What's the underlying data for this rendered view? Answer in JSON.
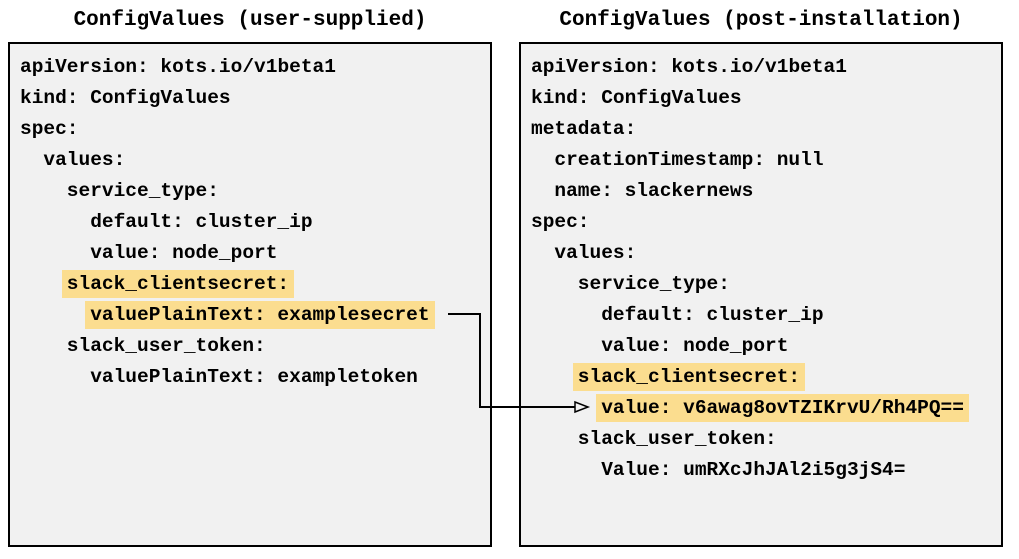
{
  "panels": [
    {
      "id": "user-supplied",
      "title": "ConfigValues (user-supplied)",
      "lines": [
        {
          "text": "apiVersion: kots.io/v1beta1",
          "indent": 0,
          "highlight": false
        },
        {
          "text": "kind: ConfigValues",
          "indent": 0,
          "highlight": false
        },
        {
          "text": "spec:",
          "indent": 0,
          "highlight": false
        },
        {
          "text": "values:",
          "indent": 1,
          "highlight": false
        },
        {
          "text": "service_type:",
          "indent": 2,
          "highlight": false
        },
        {
          "text": "default: cluster_ip",
          "indent": 3,
          "highlight": false
        },
        {
          "text": "value: node_port",
          "indent": 3,
          "highlight": false
        },
        {
          "text": "slack_clientsecret:",
          "indent": 2,
          "highlight": true
        },
        {
          "text": "valuePlainText: examplesecret",
          "indent": 3,
          "highlight": true
        },
        {
          "text": "slack_user_token:",
          "indent": 2,
          "highlight": false
        },
        {
          "text": "valuePlainText: exampletoken",
          "indent": 3,
          "highlight": false
        }
      ]
    },
    {
      "id": "post-installation",
      "title": "ConfigValues (post-installation)",
      "lines": [
        {
          "text": "apiVersion: kots.io/v1beta1",
          "indent": 0,
          "highlight": false
        },
        {
          "text": "kind: ConfigValues",
          "indent": 0,
          "highlight": false
        },
        {
          "text": "metadata:",
          "indent": 0,
          "highlight": false
        },
        {
          "text": "creationTimestamp: null",
          "indent": 1,
          "highlight": false
        },
        {
          "text": "name: slackernews",
          "indent": 1,
          "highlight": false
        },
        {
          "text": "spec:",
          "indent": 0,
          "highlight": false
        },
        {
          "text": "values:",
          "indent": 1,
          "highlight": false
        },
        {
          "text": "service_type:",
          "indent": 2,
          "highlight": false
        },
        {
          "text": "default: cluster_ip",
          "indent": 3,
          "highlight": false
        },
        {
          "text": "value: node_port",
          "indent": 3,
          "highlight": false
        },
        {
          "text": "slack_clientsecret:",
          "indent": 2,
          "highlight": true
        },
        {
          "text": "value: v6awag8ovTZIKrvU/Rh4PQ==",
          "indent": 3,
          "highlight": true
        },
        {
          "text": "slack_user_token:",
          "indent": 2,
          "highlight": false
        },
        {
          "text": "Value: umRXcJhJAl2i5g3jS4=",
          "indent": 3,
          "highlight": false
        }
      ]
    }
  ],
  "arrow": {
    "from_text": "valuePlainText: examplesecret",
    "to_text": "value: v6awag8ovTZIKrvU/Rh4PQ==",
    "color": "#000000"
  },
  "colors": {
    "panel_bg": "#f1f1f1",
    "panel_border": "#000000",
    "highlight": "#fbdd8f",
    "text": "#000000"
  }
}
